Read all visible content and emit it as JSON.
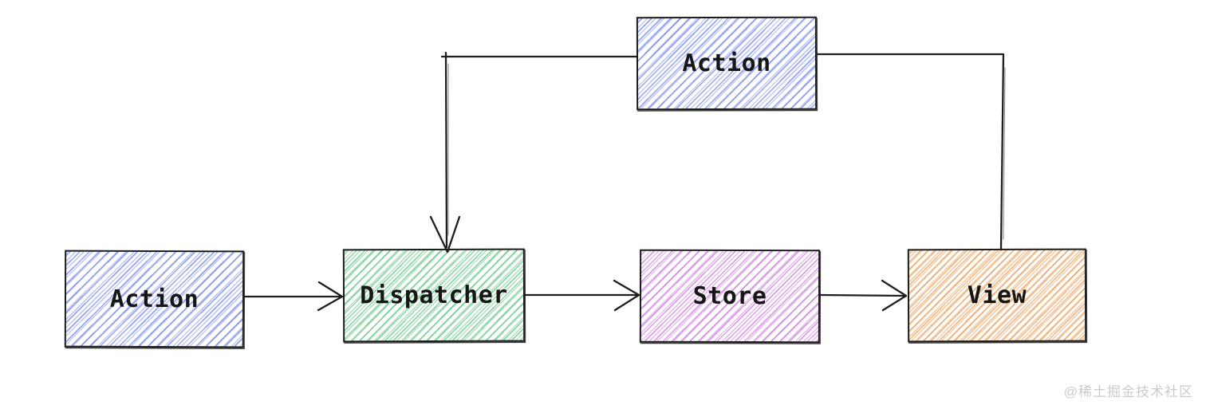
{
  "diagram": {
    "type": "flowchart",
    "style": "hand-drawn-sketch",
    "stroke_color": "#1e1e1e",
    "text_color": "#161616",
    "background_color": "#ffffff",
    "nodes": [
      {
        "id": "action-top",
        "label": "Action",
        "hatch_color": "#6e80ea"
      },
      {
        "id": "action-left",
        "label": "Action",
        "hatch_color": "#6e80ea"
      },
      {
        "id": "dispatcher",
        "label": "Dispatcher",
        "hatch_color": "#5ec47e"
      },
      {
        "id": "store",
        "label": "Store",
        "hatch_color": "#c770da"
      },
      {
        "id": "view",
        "label": "View",
        "hatch_color": "#eb9c55"
      }
    ],
    "edges": [
      {
        "from": "action-left",
        "to": "dispatcher",
        "arrowhead": true
      },
      {
        "from": "dispatcher",
        "to": "store",
        "arrowhead": true
      },
      {
        "from": "store",
        "to": "view",
        "arrowhead": true
      },
      {
        "from": "view",
        "to": "action-top",
        "arrowhead": false
      },
      {
        "from": "action-top",
        "to": "dispatcher",
        "arrowhead": true
      }
    ]
  },
  "watermark": {
    "text": "@稀土掘金技术社区",
    "color": "#cbcbcb"
  }
}
